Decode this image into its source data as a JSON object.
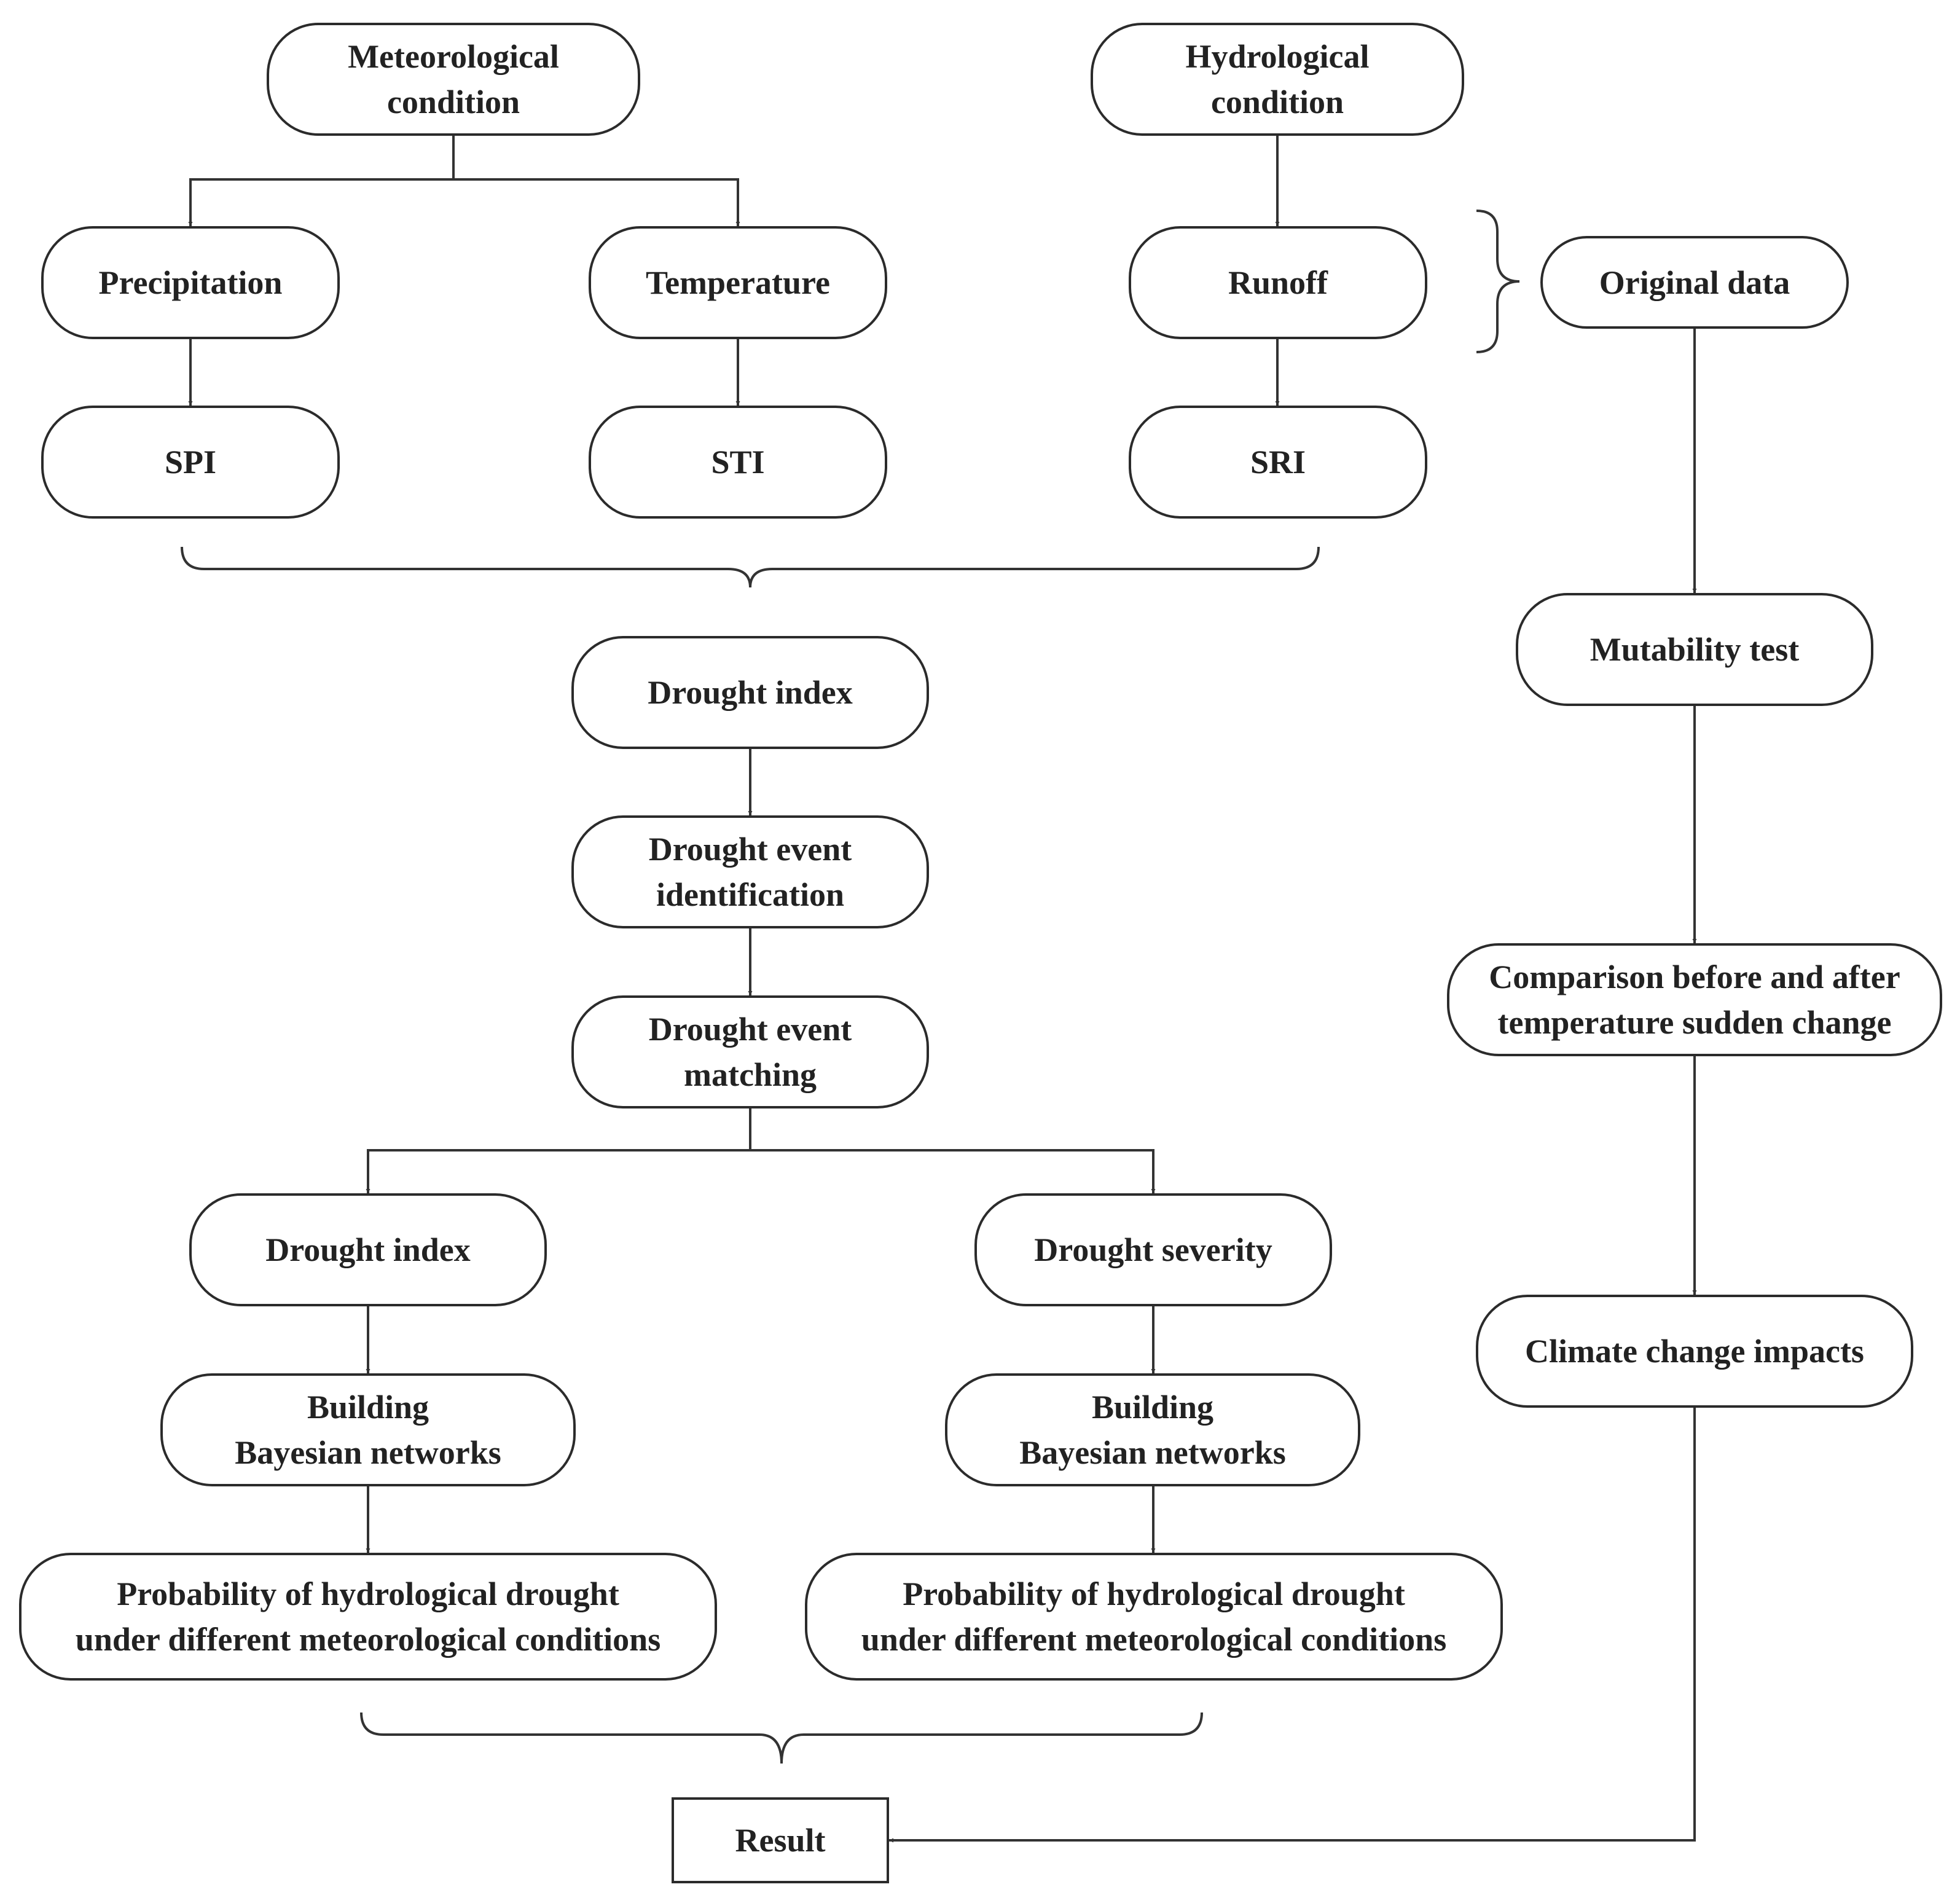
{
  "diagram": {
    "nodes": [
      {
        "id": "met_cond",
        "label": "Meteorological\ncondition"
      },
      {
        "id": "hyd_cond",
        "label": "Hydrological\ncondition"
      },
      {
        "id": "precip",
        "label": "Precipitation"
      },
      {
        "id": "temp",
        "label": "Temperature"
      },
      {
        "id": "runoff",
        "label": "Runoff"
      },
      {
        "id": "orig",
        "label": "Original data"
      },
      {
        "id": "spi",
        "label": "SPI"
      },
      {
        "id": "sti",
        "label": "STI"
      },
      {
        "id": "sri",
        "label": "SRI"
      },
      {
        "id": "dindex",
        "label": "Drought index"
      },
      {
        "id": "mutab",
        "label": "Mutability test"
      },
      {
        "id": "devid",
        "label": "Drought event\nidentification"
      },
      {
        "id": "devmatch",
        "label": "Drought event\nmatching"
      },
      {
        "id": "compare",
        "label": "Comparison before and after\ntemperature sudden change"
      },
      {
        "id": "dindex2",
        "label": "Drought index"
      },
      {
        "id": "dsev",
        "label": "Drought severity"
      },
      {
        "id": "climate",
        "label": "Climate change impacts"
      },
      {
        "id": "bbn1",
        "label": "Building\nBayesian networks"
      },
      {
        "id": "bbn2",
        "label": "Building\nBayesian networks"
      },
      {
        "id": "prob1",
        "label": "Probability of hydrological drought\nunder different meteorological conditions"
      },
      {
        "id": "prob2",
        "label": "Probability of hydrological drought\nunder different meteorological conditions"
      },
      {
        "id": "result",
        "label": "Result"
      }
    ],
    "edges": [
      {
        "from": "met_cond",
        "to": "precip"
      },
      {
        "from": "met_cond",
        "to": "temp"
      },
      {
        "from": "hyd_cond",
        "to": "runoff"
      },
      {
        "from": "precip",
        "to": "spi"
      },
      {
        "from": "temp",
        "to": "sti"
      },
      {
        "from": "runoff",
        "to": "sri"
      },
      {
        "from": "orig",
        "to": "mutab"
      },
      {
        "from": "dindex",
        "to": "devid"
      },
      {
        "from": "devid",
        "to": "devmatch"
      },
      {
        "from": "mutab",
        "to": "compare"
      },
      {
        "from": "devmatch",
        "to": "dindex2"
      },
      {
        "from": "devmatch",
        "to": "dsev"
      },
      {
        "from": "compare",
        "to": "climate"
      },
      {
        "from": "dindex2",
        "to": "bbn1"
      },
      {
        "from": "dsev",
        "to": "bbn2"
      },
      {
        "from": "bbn1",
        "to": "prob1"
      },
      {
        "from": "bbn2",
        "to": "prob2"
      },
      {
        "from": "climate",
        "to": "result"
      }
    ],
    "groupings": [
      {
        "members": [
          "spi",
          "sti",
          "sri"
        ],
        "into": "dindex"
      },
      {
        "members": [
          "precip",
          "temp",
          "runoff"
        ],
        "relates_to": "orig"
      },
      {
        "members": [
          "prob1",
          "prob2"
        ],
        "into": "result"
      }
    ]
  }
}
